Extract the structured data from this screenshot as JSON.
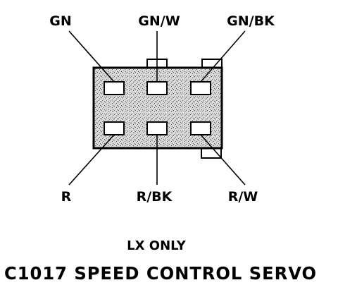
{
  "connector": {
    "id": "C1017",
    "caption": "C1017 SPEED CONTROL SERVO",
    "note": "LX ONLY"
  },
  "pins": {
    "top": [
      {
        "label": "GN"
      },
      {
        "label": "GN/W"
      },
      {
        "label": "GN/BK"
      }
    ],
    "bottom": [
      {
        "label": "R"
      },
      {
        "label": "R/BK"
      },
      {
        "label": "R/W"
      }
    ]
  },
  "colors": {
    "ink": "#000000",
    "paper": "#ffffff"
  }
}
